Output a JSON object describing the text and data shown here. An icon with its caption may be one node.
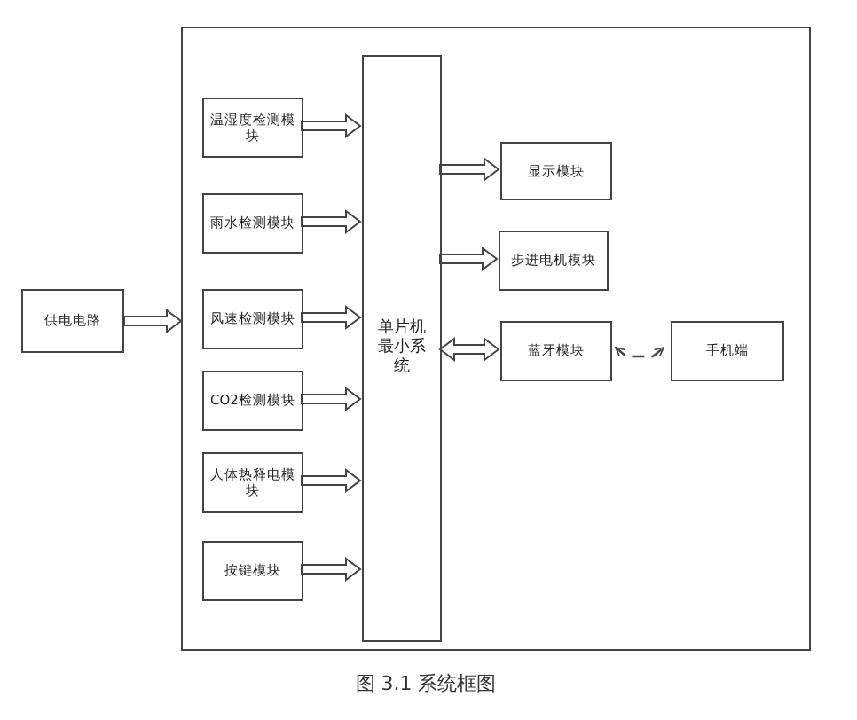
{
  "diagram": {
    "caption": "图 3.1 系统框图",
    "nodes": [
      {
        "text": [],
        "shape": "box"
      },
      {
        "text": [
          "供电电路"
        ]
      },
      {
        "text": [
          "温湿度检测模块"
        ],
        "in": 0
      },
      {
        "text": [
          "雨水检测模块"
        ],
        "in": 0
      },
      {
        "text": [
          "风速检测模块"
        ],
        "in": 0
      },
      {
        "text": [
          "CO2检测模块"
        ],
        "in": 0
      },
      {
        "text": [
          "人体热释电模块"
        ],
        "in": 0
      },
      {
        "text": [
          "按键模块"
        ],
        "in": 0
      },
      {
        "text": [
          "单片机最小系统"
        ],
        "in": 0
      },
      {
        "text": [
          "显示模块"
        ],
        "in": 0
      },
      {
        "text": [
          "步进电机模块"
        ],
        "in": 0
      },
      {
        "text": [
          "蓝牙模块"
        ],
        "in": 0
      },
      {
        "text": [
          "手机端"
        ],
        "in": 0
      }
    ],
    "edges": [
      {
        "from": 1,
        "to": 0,
        "arrow": "to"
      },
      {
        "from": 2,
        "to": 8,
        "arrow": "to"
      },
      {
        "from": 3,
        "to": 8,
        "arrow": "to"
      },
      {
        "from": 4,
        "to": 8,
        "arrow": "to"
      },
      {
        "from": 5,
        "to": 8,
        "arrow": "to"
      },
      {
        "from": 6,
        "to": 8,
        "arrow": "to"
      },
      {
        "from": 7,
        "to": 8,
        "arrow": "to"
      },
      {
        "from": 8,
        "to": 9,
        "arrow": "to"
      },
      {
        "from": 8,
        "to": 10,
        "arrow": "to"
      },
      {
        "from": 8,
        "to": 11,
        "arrow": "both"
      },
      {
        "from": 11,
        "to": 12,
        "arrow": "both",
        "style": "dashed"
      }
    ]
  }
}
